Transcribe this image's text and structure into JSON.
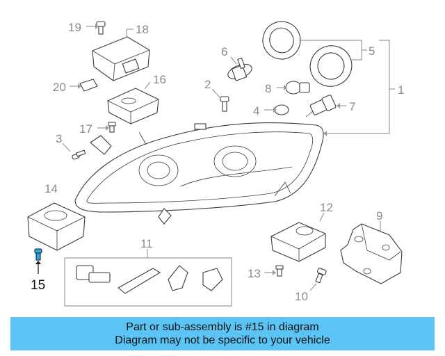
{
  "callouts": {
    "c1": "1",
    "c2": "2",
    "c3": "3",
    "c4": "4",
    "c5": "5",
    "c6": "6",
    "c7": "7",
    "c8": "8",
    "c9": "9",
    "c10": "10",
    "c11": "11",
    "c12": "12",
    "c13": "13",
    "c14": "14",
    "c15": "15",
    "c16": "16",
    "c17": "17",
    "c18": "18",
    "c19": "19",
    "c20": "20"
  },
  "highlighted_part": "15",
  "colors": {
    "banner": "#5bc4f5",
    "highlight_part": "#2aa6e0",
    "callout_text": "#8a8a8a"
  },
  "banner": {
    "line1": "Part or sub-assembly is #15 in diagram",
    "line2": "Diagram may not be specific to your vehicle"
  }
}
